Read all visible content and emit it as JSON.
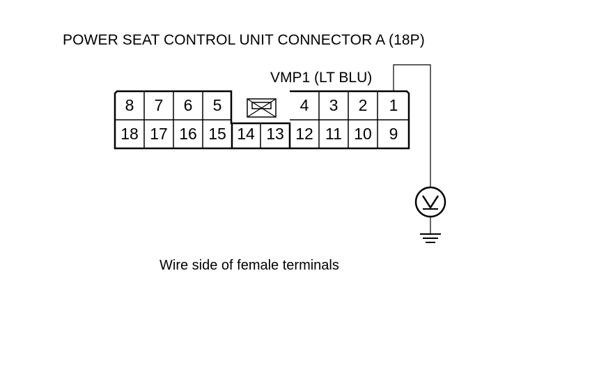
{
  "title": "POWER SEAT CONTROL UNIT CONNECTOR A (18P)",
  "wire_label": "VMP1 (LT BLU)",
  "caption": "Wire side of female terminals",
  "meter_symbol": "V",
  "terminals": {
    "row1_left": [
      "8",
      "7",
      "6",
      "5"
    ],
    "row1_right": [
      "4",
      "3",
      "2",
      "1"
    ],
    "row2": [
      "18",
      "17",
      "16",
      "15",
      "14",
      "13",
      "12",
      "11",
      "10",
      "9"
    ]
  },
  "icons": {
    "connector_lock": "lock-tab-icon",
    "voltmeter": "voltmeter-icon",
    "ground": "ground-icon"
  }
}
